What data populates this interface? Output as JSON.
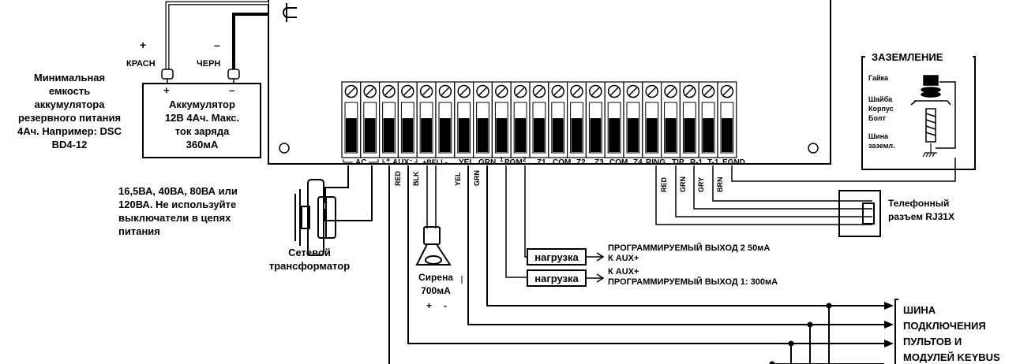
{
  "battery": {
    "plus_sign": "+",
    "minus_sign": "–",
    "red_wire_label": "КРАСН",
    "black_wire_label": "ЧЕРН",
    "terminal_plus": "+",
    "terminal_minus": "–",
    "title_lines": [
      "Аккумулятор",
      "12В 4Ач. Макс.",
      "ток заряда",
      "360мА"
    ]
  },
  "battery_note_lines": [
    "Минимальная",
    "емкость",
    "аккумулятора",
    "резервного питания",
    "4Ач. Например: DSC",
    "BD4-12"
  ],
  "terminals": [
    "AC",
    "AC",
    "AUX+",
    "AUX-",
    "BELL+",
    "BELL-",
    "YEL",
    "GRN",
    "PGM1",
    "PGM2",
    "Z1",
    "COM",
    "Z2",
    "Z3",
    "COM",
    "Z4",
    "RING",
    "TIP",
    "R-1",
    "T-1",
    "EGND"
  ],
  "terminal_labels": {
    "ac": "AC",
    "aux_plus": "+",
    "aux": "AUX",
    "aux_minus": "-",
    "bell_plus": "+BELL-",
    "yel": "YEL",
    "grn": "GRN",
    "pgm1_num": "1",
    "pgm": "PGM",
    "pgm2_num": "2",
    "z1": "Z1",
    "com1": "COM",
    "z2": "Z2",
    "z3": "Z3",
    "com2": "COM",
    "z4": "Z4",
    "ring": "RING",
    "tip": "TIP",
    "r1": "R-1",
    "t1": "T-1",
    "egnd": "EGND"
  },
  "wire_colors": {
    "red": "RED",
    "blk": "BLK",
    "yel": "YEL",
    "grn": "GRN",
    "phone_red": "RED",
    "phone_grn": "GRN",
    "phone_gry": "GRY",
    "phone_brn": "BRN"
  },
  "transformer_note_lines": [
    "16,5ВА, 40ВА, 80ВА или",
    "120ВА. Не используйте",
    "выключатели в цепях",
    "питания"
  ],
  "transformer_label_lines": [
    "Сетевой",
    "трансформатор"
  ],
  "siren_label_lines": [
    "Сирена",
    "700мА"
  ],
  "siren_polarity": {
    "plus": "+",
    "minus": "-"
  },
  "pgm2": {
    "load": "нагрузка",
    "line1": "ПРОГРАММИРУЕМЫЙ ВЫХОД 2 50мА",
    "line2": "К AUX+"
  },
  "pgm1": {
    "load": "нагрузка",
    "line1": "К AUX+",
    "line2": "ПРОГРАММИРУЕМЫЙ ВЫХОД 1: 300мА"
  },
  "keybus_lines": [
    "ШИНА",
    "ПОДКЛЮЧЕНИЯ",
    "ПУЛЬТОВ И",
    "МОДУЛЕЙ KEYBUS"
  ],
  "phone_jack_lines": [
    "Телефонный",
    "разъем RJ31X"
  ],
  "ground": {
    "title": "ЗАЗЕМЛЕНИЕ",
    "nut": "Гайка",
    "washer": "Шайба",
    "case": "Корпус",
    "bolt": "Болт",
    "bus_line1": "Шина",
    "bus_line2": "заземл."
  }
}
